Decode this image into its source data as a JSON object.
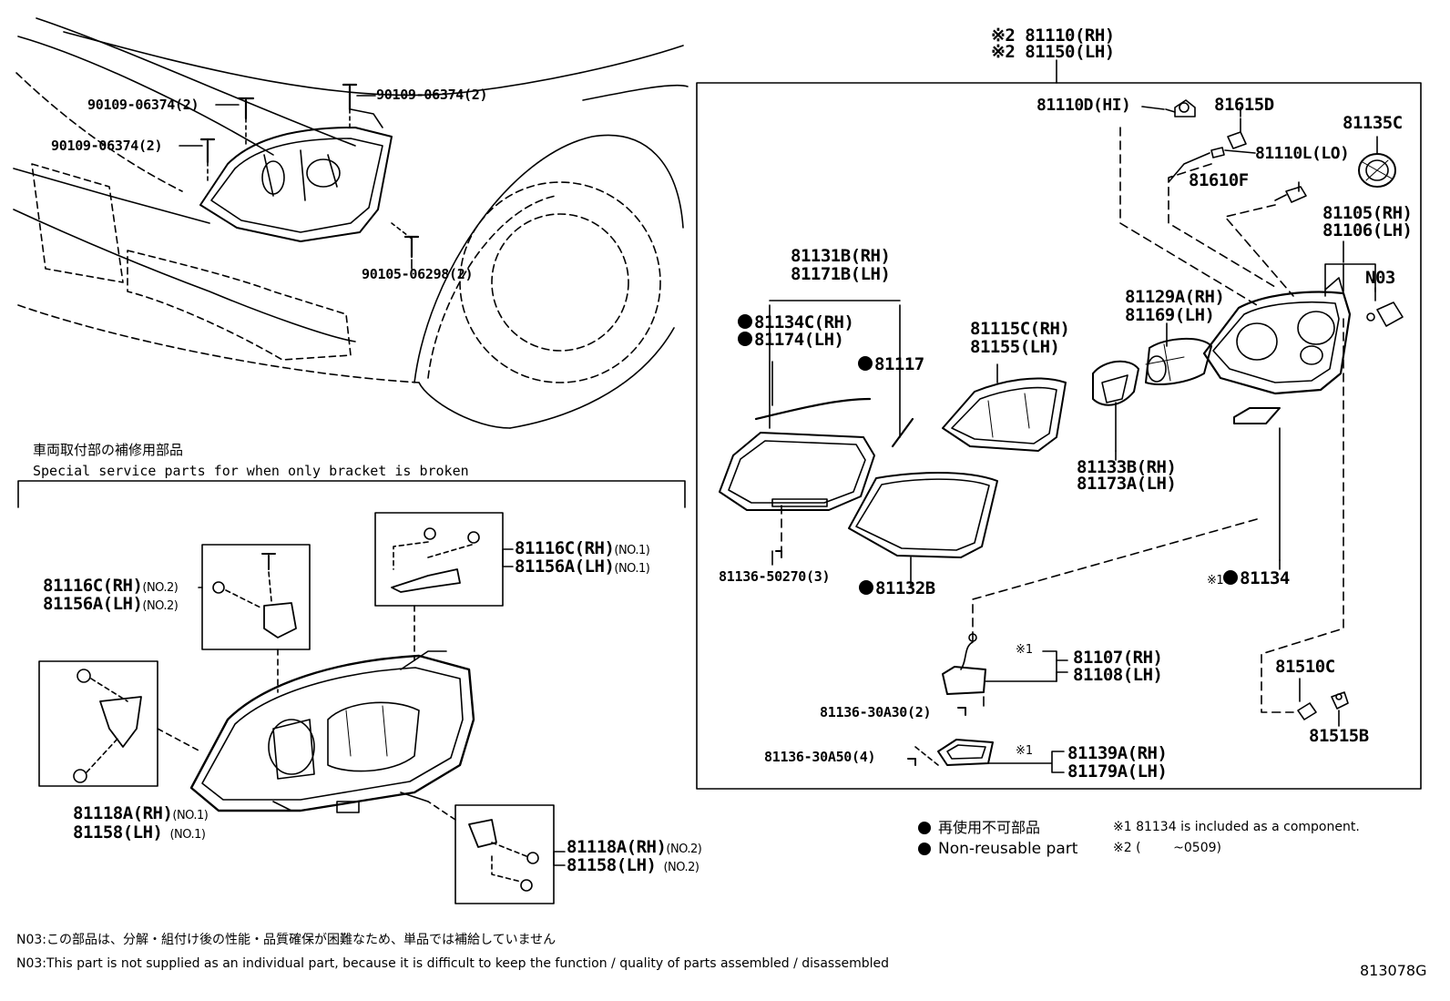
{
  "labels": {
    "main_rh": "※2 81110(RH)",
    "main_lh": "※2 81150(LH)",
    "p81110D": "81110D(HI)",
    "p81615D": "81615D",
    "p81135C": "81135C",
    "p81110L": "81110L(LO)",
    "p81610F": "81610F",
    "p81105_rh": "81105(RH)",
    "p81105_lh": "81106(LH)",
    "n03": "N03",
    "p81131_rh": "81131B(RH)",
    "p81131_lh": "81171B(LH)",
    "p81134c_rh": "81134C(RH)",
    "p81134c_lh": "81174(LH)",
    "p81117": "81117",
    "p81115_rh": "81115C(RH)",
    "p81115_lh": "81155(LH)",
    "p81129_rh": "81129A(RH)",
    "p81129_lh": "81169(LH)",
    "p81133_rh": "81133B(RH)",
    "p81133_lh": "81173A(LH)",
    "p81136_50270": "81136-50270(3)",
    "p81132b": "81132B",
    "p81134_prefix": "※1",
    "p81134": "81134",
    "ref1_a": "※1",
    "p81107_rh": "81107(RH)",
    "p81107_lh": "81108(LH)",
    "p81510c": "81510C",
    "p81136_30a30": "81136-30A30(2)",
    "p81515b": "81515B",
    "p81136_30a50": "81136-30A50(4)",
    "ref1_b": "※1",
    "p81139_rh": "81139A(RH)",
    "p81139_lh": "81179A(LH)",
    "bolt1": "90109-06374(2)",
    "bolt2": "90109-06374(2)",
    "bolt3": "90109-06374(2)",
    "bolt4": "90105-06298(2)",
    "special_jp": "車両取付部の補修用部品",
    "special_en": "Special service parts for when only bracket is broken",
    "p81116c_no2_rh": "81116C(RH)",
    "p81116c_no2_rh_tag": "(NO.2)",
    "p81156a_no2_lh": "81156A(LH)",
    "p81156a_no2_lh_tag": "(NO.2)",
    "p81116c_no1_rh": "81116C(RH)",
    "p81116c_no1_rh_tag": "(NO.1)",
    "p81156a_no1_lh": "81156A(LH)",
    "p81156a_no1_lh_tag": "(NO.1)",
    "p81118a_no1_rh": "81118A(RH)",
    "p81118a_no1_rh_tag": "(NO.1)",
    "p81158_no1_lh": "81158(LH)",
    "p81158_no1_lh_tag": "(NO.1)",
    "p81118a_no2_rh": "81118A(RH)",
    "p81118a_no2_rh_tag": "(NO.2)",
    "p81158_no2_lh": "81158(LH)",
    "p81158_no2_lh_tag": "(NO.2)"
  },
  "legend": {
    "nonreusable_jp": "再使用不可部品",
    "nonreusable_en": "Non-reusable part",
    "note1": "※1 81134 is included as a component.",
    "note2": "※2 (        ~0509)"
  },
  "footer": {
    "n03_jp": "N03:この部品は、分解・組付け後の性能・品質確保が困難なため、単品では補給していません",
    "n03_en": "N03:This part is not supplied as an individual part, because it is difficult to keep the function / quality of parts assembled / disassembled",
    "diagram_id": "813078G"
  }
}
